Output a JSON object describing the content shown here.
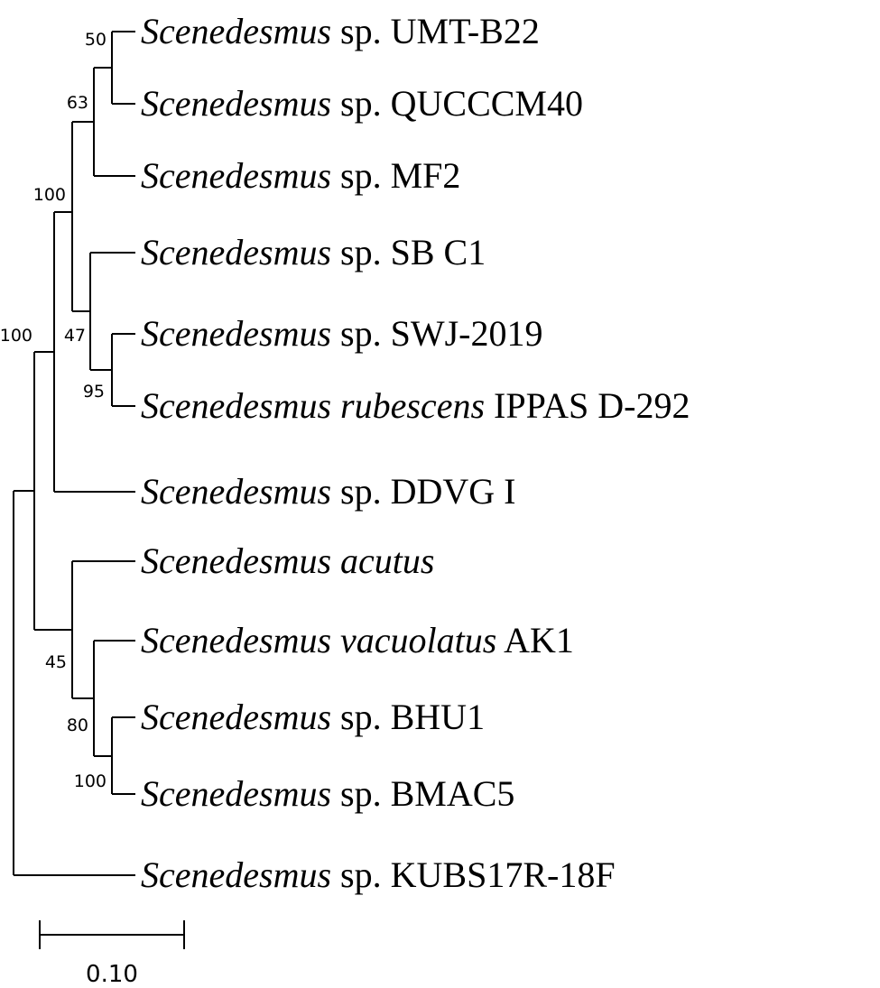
{
  "taxa": [
    {
      "id": "umt-b22",
      "genus": "Scenedesmus",
      "species": "",
      "rest": "sp. UMT-B22"
    },
    {
      "id": "quccm40",
      "genus": "Scenedesmus",
      "species": "",
      "rest": "sp. QUCCCM40"
    },
    {
      "id": "mf2",
      "genus": "Scenedesmus",
      "species": "",
      "rest": "sp. MF2"
    },
    {
      "id": "sb-c1",
      "genus": "Scenedesmus",
      "species": "",
      "rest": "sp. SB C1"
    },
    {
      "id": "swj-2019",
      "genus": "Scenedesmus",
      "species": "",
      "rest": "sp. SWJ-2019"
    },
    {
      "id": "ippas-d-292",
      "genus": "Scenedesmus",
      "species": "rubescens",
      "rest": "IPPAS D-292"
    },
    {
      "id": "ddvg-i",
      "genus": "Scenedesmus",
      "species": "",
      "rest": "sp. DDVG I"
    },
    {
      "id": "acutus",
      "genus": "Scenedesmus",
      "species": "acutus",
      "rest": ""
    },
    {
      "id": "vacuolatus-ak1",
      "genus": "Scenedesmus",
      "species": "vacuolatus",
      "rest": "AK1"
    },
    {
      "id": "bhu1",
      "genus": "Scenedesmus",
      "species": "",
      "rest": "sp. BHU1"
    },
    {
      "id": "bmac5",
      "genus": "Scenedesmus",
      "species": "",
      "rest": "sp. BMAC5"
    },
    {
      "id": "kubs17r-18f",
      "genus": "Scenedesmus",
      "species": "",
      "rest": "sp. KUBS17R-18F"
    }
  ],
  "bootstrap": {
    "umt_quccm": "50",
    "umt_quccm_mf2": "63",
    "clade_a": "100",
    "root_ingroup": "100",
    "sb_clade": "47",
    "swj_rubescens": "95",
    "acutus_clade": "45",
    "vacuolatus_clade": "80",
    "bhu1_bmac5": "100"
  },
  "scale_bar": {
    "label": "0.10"
  }
}
